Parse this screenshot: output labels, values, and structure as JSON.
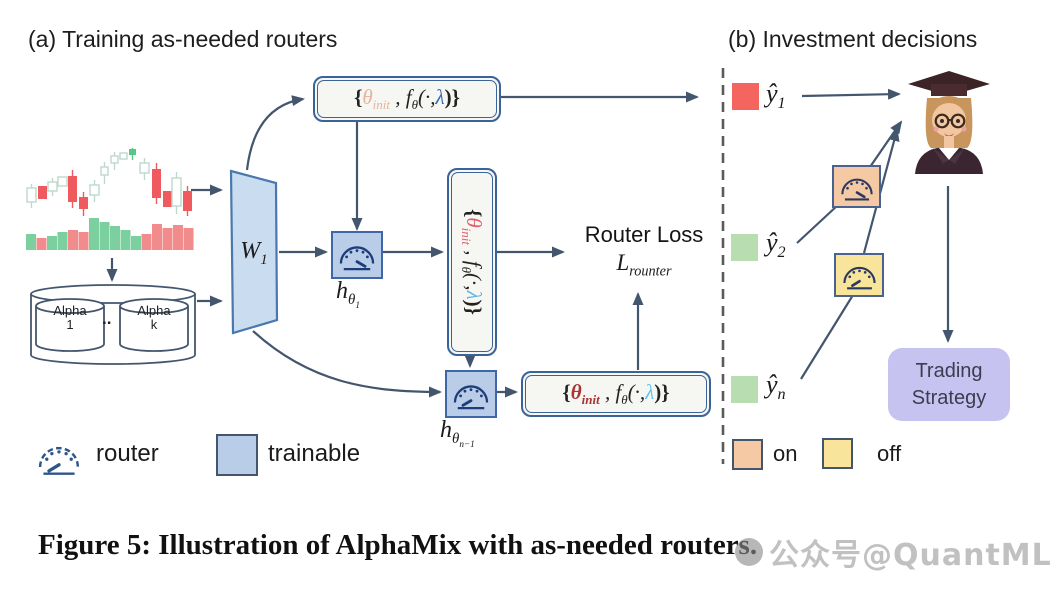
{
  "panel_a": {
    "title": "(a) Training as-needed routers",
    "weight": {
      "base": "W",
      "sub": "1"
    },
    "db": {
      "label1_line1": "Alpha",
      "label1_line2": "1",
      "dots": "..",
      "label2_line1": "Alpha",
      "label2_line2": "k"
    },
    "router1_label": {
      "base": "h",
      "sub": "θ",
      "subsub": "1"
    },
    "router2_label": {
      "base": "h",
      "sub": "θ",
      "subsub": "n−1"
    },
    "router_loss": {
      "title": "Router Loss",
      "loss_base": "L",
      "loss_sub": "rounter"
    },
    "legend": {
      "router": "router",
      "trainable": "trainable"
    }
  },
  "formula": {
    "open": "{",
    "theta": "θ",
    "init": "init",
    "comma": " ,",
    "f": "f",
    "fsub": "θ",
    "args": "(·,",
    "lambda": "λ",
    "close": ")}"
  },
  "panel_b": {
    "title": "(b) Investment decisions",
    "y1": {
      "base": "ŷ",
      "sub": "1"
    },
    "y2": {
      "base": "ŷ",
      "sub": "2"
    },
    "yn": {
      "base": "ŷ",
      "sub": "n"
    },
    "trading": {
      "line1": "Trading",
      "line2": "Strategy"
    },
    "legend": {
      "on": "on",
      "off": "off"
    }
  },
  "caption": "Figure 5: Illustration of AlphaMix with as-needed routers.",
  "watermark": "公众号@QuantML",
  "colors": {
    "connector": "#44566e",
    "box_border": "#3a6399",
    "box_fill": "#f6f6f3",
    "router_fill": "#b9cde8",
    "router_on_fill": "#f4c9a4",
    "router_off_fill": "#f8e49b",
    "theta_init_top": "#e6b49c",
    "theta_init_mid": "#e25f6e",
    "theta_init_bottom": "#a93432",
    "lambda_top": "#3a6cb4",
    "lambda_mid": "#5fb4e4",
    "lambda_bottom": "#5cc6ee",
    "y1_square": "#f4655f",
    "y_green_square": "#b7ddb0",
    "trading_box": "#c7c3f1",
    "candle_red": "#ee5a5e",
    "candle_green": "#57c785",
    "volume_green": "#7ccf9f",
    "volume_red": "#f28b8b"
  }
}
